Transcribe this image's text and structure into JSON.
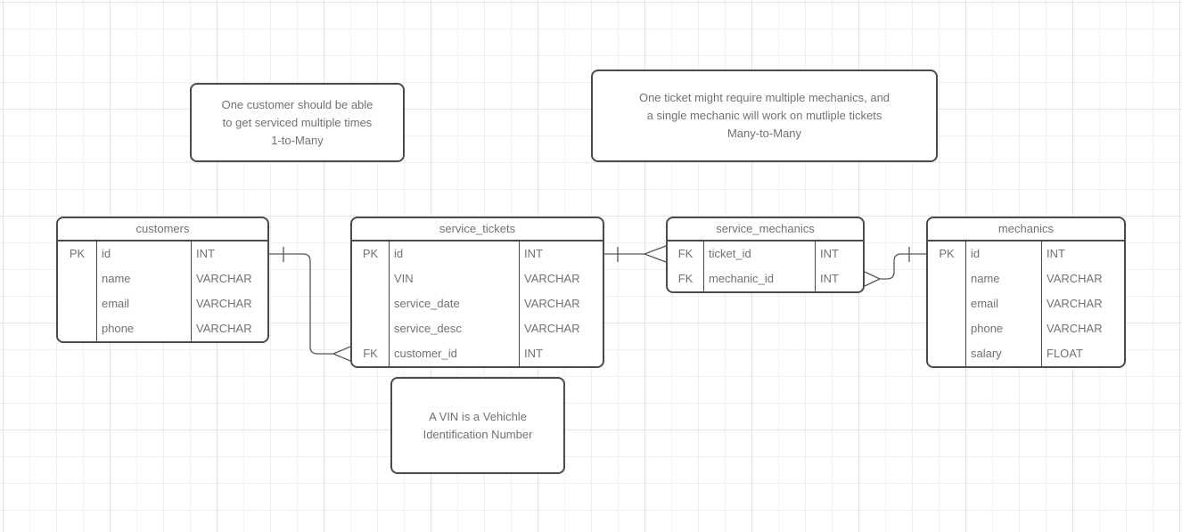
{
  "canvas": {
    "background_color": "#ffffff",
    "grid_minor_color": "#eef0f2",
    "grid_major_color": "#e2e4e7",
    "shape_border_color": "#484c52",
    "text_color": "#6e7277",
    "connector_color": "#53575d"
  },
  "notes": [
    {
      "id": "customer-cardinality-note",
      "text": "One customer should be able\nto get serviced multiple times\n1-to-Many"
    },
    {
      "id": "mechanic-cardinality-note",
      "text": "One ticket might require multiple mechanics, and\na single mechanic will work on mutliple tickets\nMany-to-Many"
    },
    {
      "id": "vin-note",
      "text": "A VIN is a Vehichle\nIdentification Number"
    }
  ],
  "tables": {
    "customers": {
      "title": "customers",
      "rows": [
        {
          "key": "PK",
          "field": "id",
          "type": "INT"
        },
        {
          "key": "",
          "field": "name",
          "type": "VARCHAR"
        },
        {
          "key": "",
          "field": "email",
          "type": "VARCHAR"
        },
        {
          "key": "",
          "field": "phone",
          "type": "VARCHAR"
        }
      ]
    },
    "service_tickets": {
      "title": "service_tickets",
      "rows": [
        {
          "key": "PK",
          "field": "id",
          "type": "INT"
        },
        {
          "key": "",
          "field": "VIN",
          "type": "VARCHAR"
        },
        {
          "key": "",
          "field": "service_date",
          "type": "VARCHAR"
        },
        {
          "key": "",
          "field": "service_desc",
          "type": "VARCHAR"
        },
        {
          "key": "FK",
          "field": "customer_id",
          "type": "INT"
        }
      ]
    },
    "service_mechanics": {
      "title": "service_mechanics",
      "rows": [
        {
          "key": "FK",
          "field": "ticket_id",
          "type": "INT"
        },
        {
          "key": "FK",
          "field": "mechanic_id",
          "type": "INT"
        }
      ]
    },
    "mechanics": {
      "title": "mechanics",
      "rows": [
        {
          "key": "PK",
          "field": "id",
          "type": "INT"
        },
        {
          "key": "",
          "field": "name",
          "type": "VARCHAR"
        },
        {
          "key": "",
          "field": "email",
          "type": "VARCHAR"
        },
        {
          "key": "",
          "field": "phone",
          "type": "VARCHAR"
        },
        {
          "key": "",
          "field": "salary",
          "type": "FLOAT"
        }
      ]
    }
  },
  "relationships": [
    {
      "from": "customers.id",
      "to": "service_tickets.customer_id",
      "cardinality": "one-to-many"
    },
    {
      "from": "service_tickets.id",
      "to": "service_mechanics.ticket_id",
      "cardinality": "one-to-many"
    },
    {
      "from": "mechanics.id",
      "to": "service_mechanics.mechanic_id",
      "cardinality": "one-to-many"
    }
  ]
}
